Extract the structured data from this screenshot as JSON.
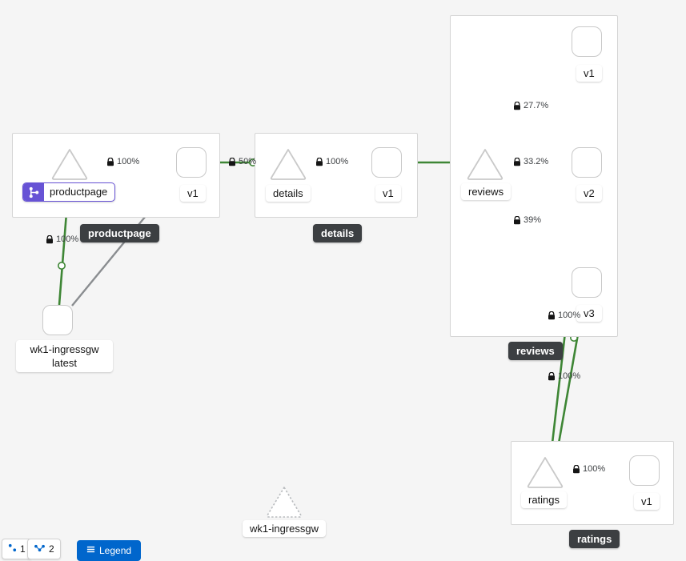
{
  "app": {
    "type": "service-mesh-topology-graph",
    "background_color": "#f5f5f5",
    "edge_color": "#3e8635",
    "badge_color": "#6753d5",
    "tooltip_color": "#3c3f42"
  },
  "groups": [
    {
      "id": "productpage",
      "label": "productpage"
    },
    {
      "id": "details",
      "label": "details"
    },
    {
      "id": "reviews",
      "label": "reviews"
    },
    {
      "id": "ratings",
      "label": "ratings"
    }
  ],
  "nodes": [
    {
      "id": "ingressgw",
      "kind": "workload",
      "label_line1": "wk1-ingressgw",
      "label_line2": "latest"
    },
    {
      "id": "pp-app",
      "kind": "app",
      "label": "productpage",
      "badge": "virtual-service"
    },
    {
      "id": "pp-v1",
      "kind": "version",
      "label": "v1"
    },
    {
      "id": "det-app",
      "kind": "app",
      "label": "details"
    },
    {
      "id": "det-v1",
      "kind": "version",
      "label": "v1"
    },
    {
      "id": "rev-app",
      "kind": "app",
      "label": "reviews"
    },
    {
      "id": "rev-v1",
      "kind": "version",
      "label": "v1"
    },
    {
      "id": "rev-v2",
      "kind": "version",
      "label": "v2"
    },
    {
      "id": "rev-v3",
      "kind": "version",
      "label": "v3"
    },
    {
      "id": "rat-app",
      "kind": "app",
      "label": "ratings"
    },
    {
      "id": "rat-v1",
      "kind": "version",
      "label": "v1"
    },
    {
      "id": "gw-outside",
      "kind": "app-unused",
      "label": "wk1-ingressgw"
    }
  ],
  "edges": [
    {
      "from": "ingressgw",
      "to": "pp-app",
      "pct": "100%",
      "secure": true,
      "color": "green"
    },
    {
      "from": "ingressgw",
      "to": "pp-v1",
      "pct": "",
      "secure": false,
      "color": "grey"
    },
    {
      "from": "pp-app",
      "to": "pp-v1",
      "pct": "100%",
      "secure": true,
      "color": "green"
    },
    {
      "from": "pp-v1",
      "to": "det-app",
      "pct": "50%",
      "secure": true,
      "color": "green"
    },
    {
      "from": "det-app",
      "to": "det-v1",
      "pct": "100%",
      "secure": true,
      "color": "green"
    },
    {
      "from": "det-v1",
      "to": "rev-app",
      "pct": "",
      "secure": false,
      "color": "green"
    },
    {
      "from": "rev-app",
      "to": "rev-v1",
      "pct": "27.7%",
      "secure": true,
      "color": "green"
    },
    {
      "from": "rev-app",
      "to": "rev-v2",
      "pct": "33.2%",
      "secure": true,
      "color": "green"
    },
    {
      "from": "rev-app",
      "to": "rev-v3",
      "pct": "39%",
      "secure": true,
      "color": "green"
    },
    {
      "from": "rev-v2",
      "to": "rat-app",
      "pct": "100%",
      "secure": true,
      "color": "green"
    },
    {
      "from": "rev-v3",
      "to": "rat-app",
      "pct": "100%",
      "secure": true,
      "color": "green"
    },
    {
      "from": "rat-app",
      "to": "rat-v1",
      "pct": "100%",
      "secure": true,
      "color": "green"
    }
  ],
  "edge_labels": {
    "pp_to_v1": "100%",
    "ppv1_to_details": "50%",
    "details_to_v1": "100%",
    "ingress_to_pp": "100%",
    "rev_to_v1": "27.7%",
    "rev_to_v2": "33.2%",
    "rev_to_v3": "39%",
    "v3_to_ratings": "100%",
    "revs_to_ratings": "100%",
    "ratings_to_v1": "100%"
  },
  "tooltips": {
    "productpage": "productpage",
    "details": "details",
    "reviews": "reviews",
    "ratings": "ratings",
    "gateway": "wk1-ingressgw"
  },
  "node_labels": {
    "ingressgw_line1": "wk1-ingressgw",
    "ingressgw_line2": "latest",
    "productpage": "productpage",
    "pp_v1": "v1",
    "details": "details",
    "det_v1": "v1",
    "reviews": "reviews",
    "rev_v1": "v1",
    "rev_v2": "v2",
    "rev_v3": "v3",
    "ratings": "ratings",
    "rat_v1": "v1"
  },
  "bottom_toolbar": {
    "chip1": "1",
    "chip2": "2",
    "button": "Legend"
  }
}
